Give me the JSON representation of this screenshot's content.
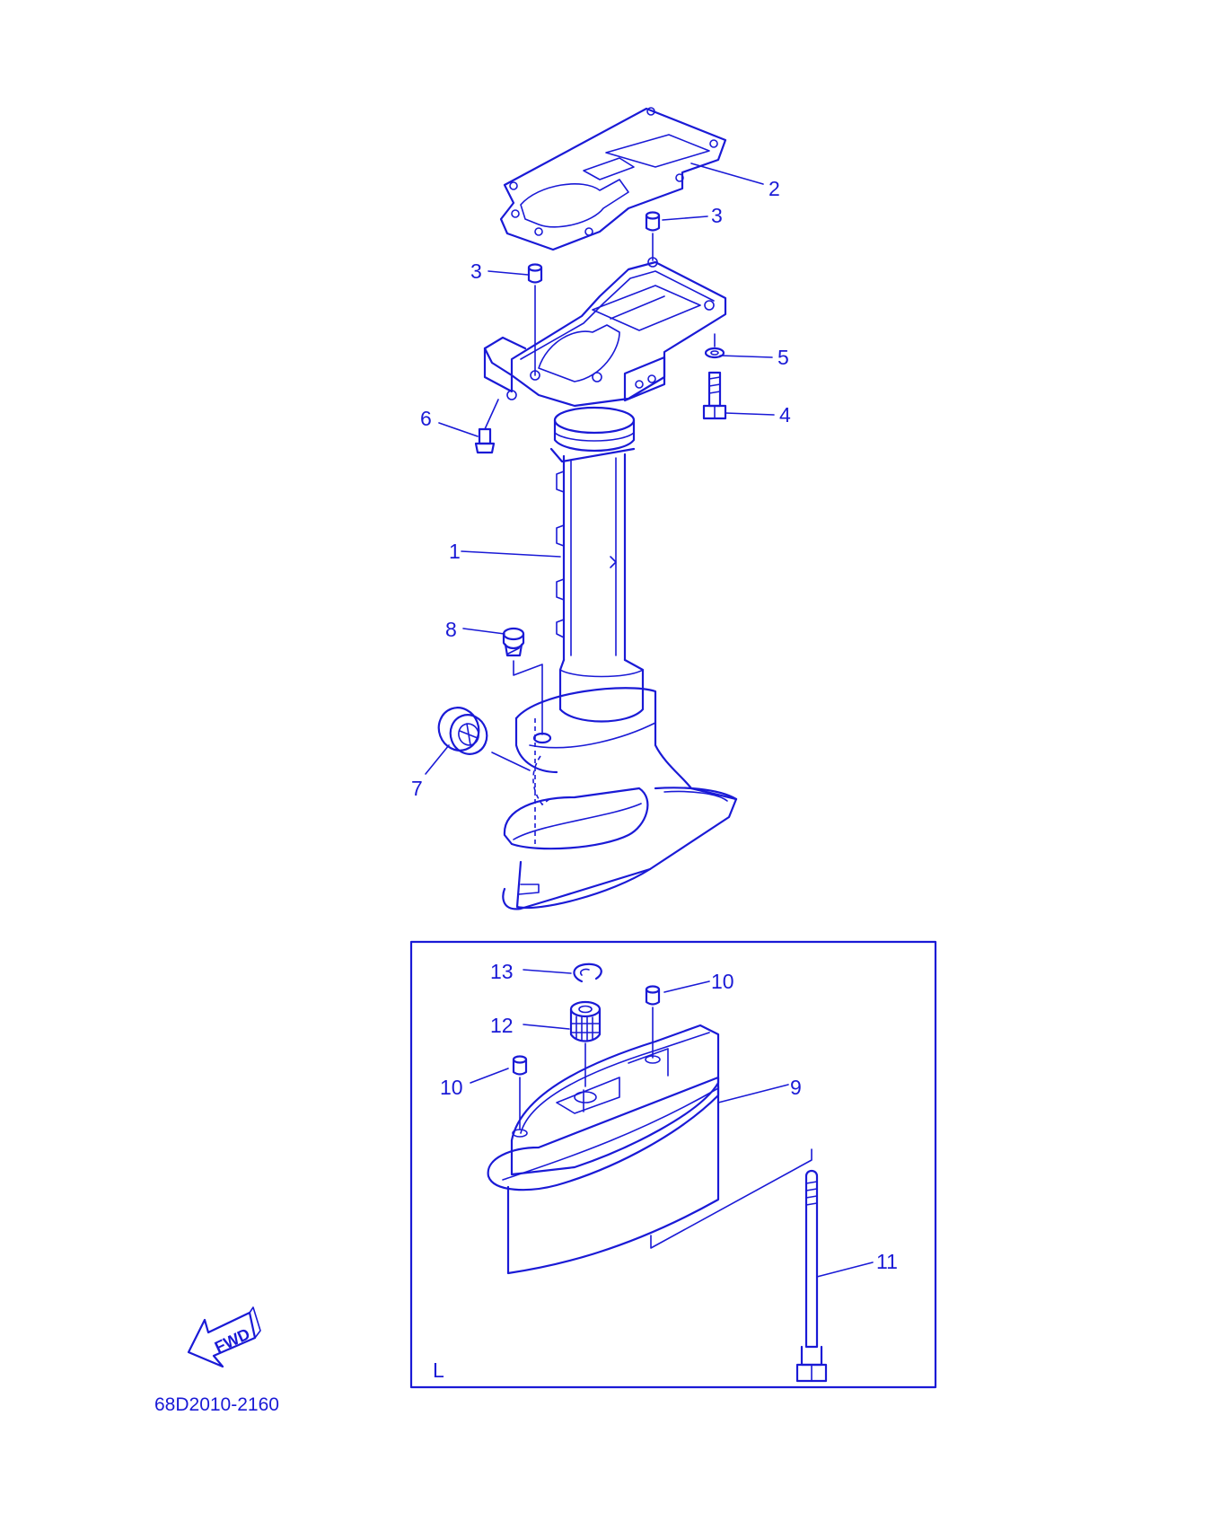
{
  "colors": {
    "ink": "#1a1ad6",
    "background": "#ffffff"
  },
  "diagram": {
    "labels": {
      "p1": "1",
      "p2": "2",
      "p3a": "3",
      "p3b": "3",
      "p4": "4",
      "p5": "5",
      "p6": "6",
      "p7": "7",
      "p8": "8",
      "p9": "9",
      "p10a": "10",
      "p10b": "10",
      "p11": "11",
      "p12": "12",
      "p13": "13"
    },
    "inset_label": "L",
    "fwd_text": "FWD",
    "part_code": "68D2010-2160"
  }
}
